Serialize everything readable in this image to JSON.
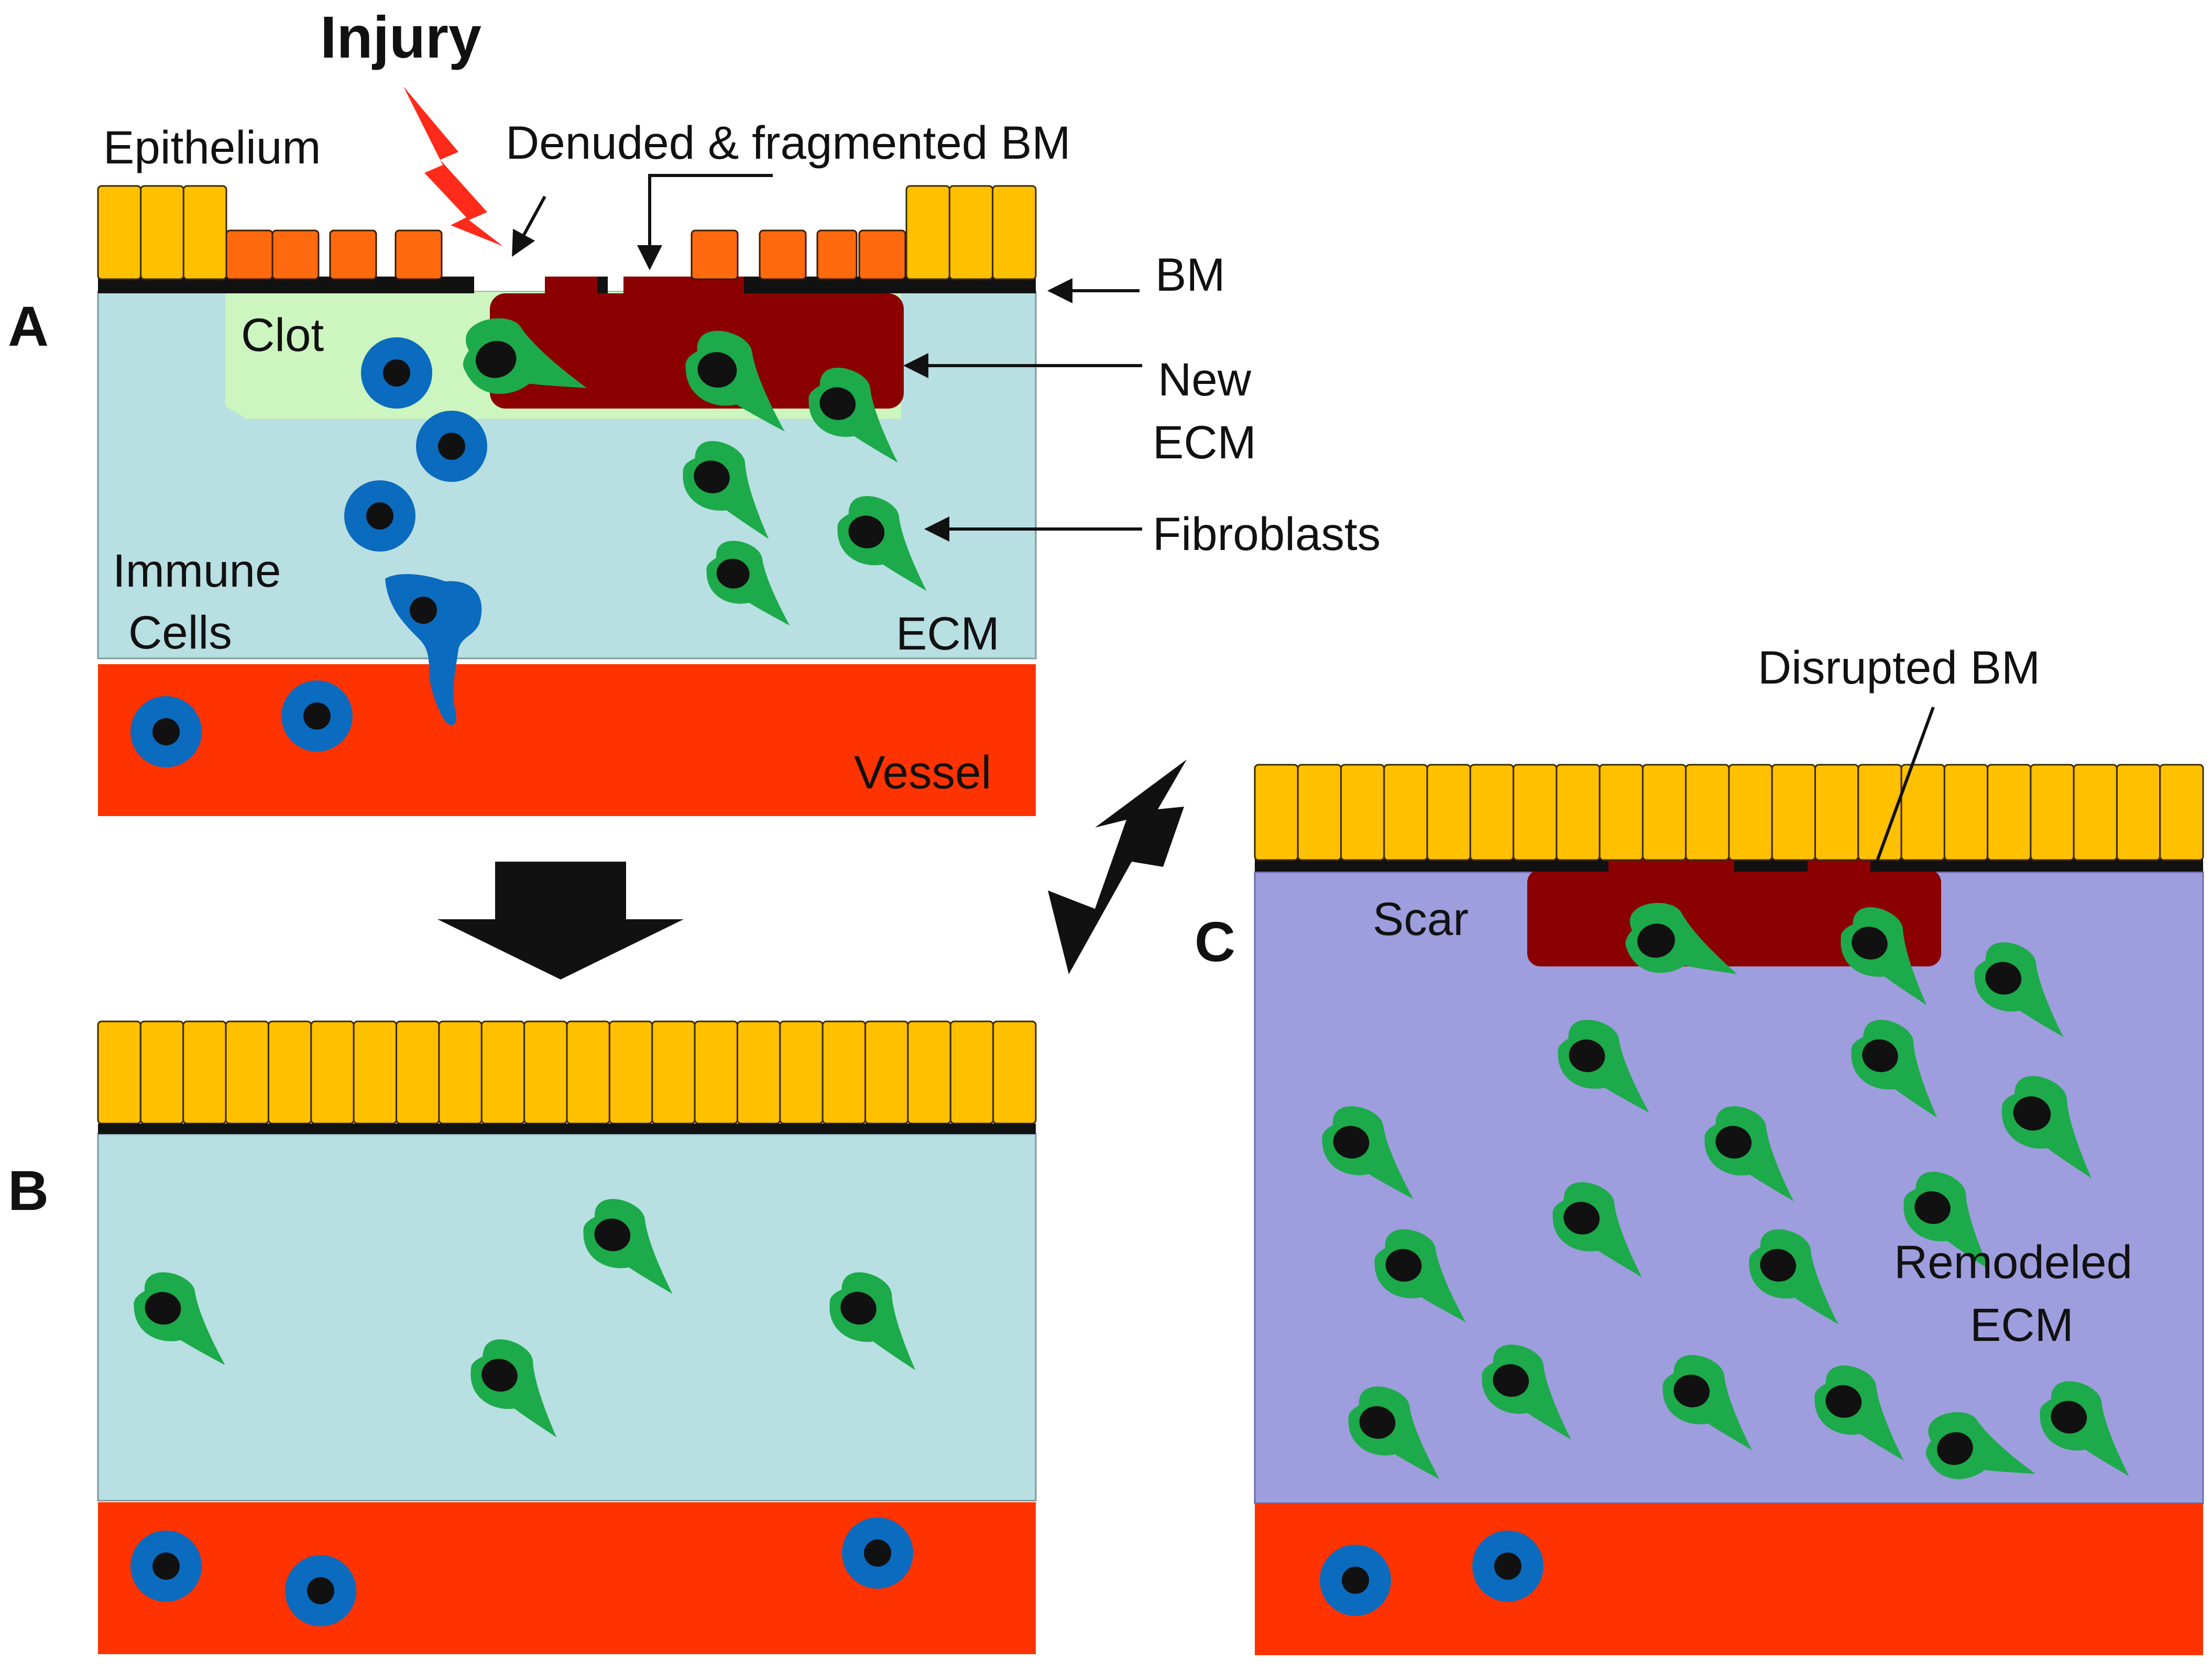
{
  "panels": {
    "a": {
      "letter": "A"
    },
    "b": {
      "letter": "B"
    },
    "c": {
      "letter": "C"
    }
  },
  "labels": {
    "injury": "Injury",
    "epithelium": "Epithelium",
    "denuded_bm": "Denuded & fragmented BM",
    "bm": "BM",
    "clot": "Clot",
    "new_ecm_line1": "New",
    "new_ecm_line2": "ECM",
    "fibroblasts": "Fibroblasts",
    "immune_line1": "Immune",
    "immune_line2": "Cells",
    "ecm": "ECM",
    "vessel": "Vessel",
    "disrupted_bm": "Disrupted BM",
    "scar": "Scar",
    "remodeled_line1": "Remodeled",
    "remodeled_line2": "ECM"
  },
  "colors": {
    "epithelium": "#FFC000",
    "damaged_epithelium": "#FF6A0F",
    "bm": "#111111",
    "normal_ecm": "#B8DFE2",
    "remodeled_ecm": "#9E9DDD",
    "clot": "#CCF5C0",
    "new_ecm": "#8B0000",
    "fibroblast": "#1DAA4A",
    "nucleus": "#111111",
    "immune_cell": "#0B6BBE",
    "vessel": "#FF3300",
    "injury_bolt": "#FF2A1A"
  }
}
